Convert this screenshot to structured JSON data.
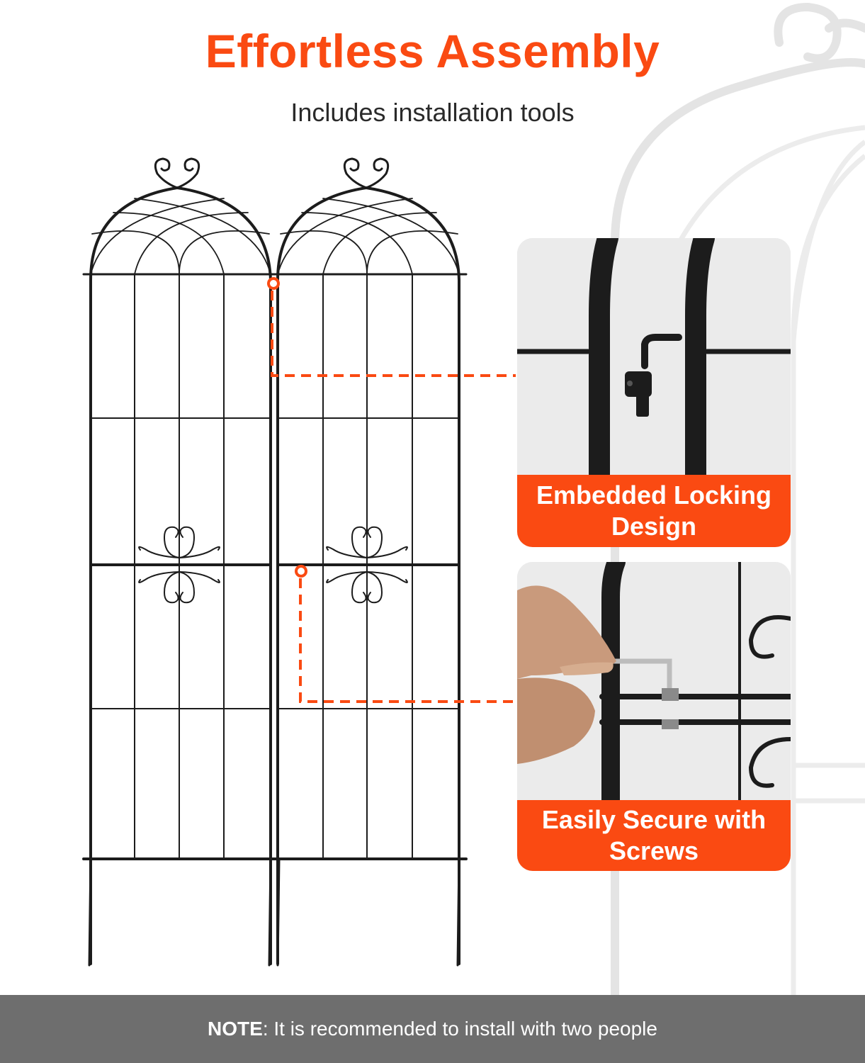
{
  "header": {
    "title": "Effortless Assembly",
    "subtitle": "Includes installation tools"
  },
  "features": [
    {
      "label": "Embedded Locking Design"
    },
    {
      "label": "Easily Secure with Screws"
    }
  ],
  "footer": {
    "note_label": "NOTE",
    "note_text": ": It is recommended to install with two people"
  },
  "colors": {
    "accent": "#fa4a12",
    "footer_bg": "#6e6e6e",
    "metal": "#1c1c1c",
    "background_deco": "#e3e3e3"
  }
}
